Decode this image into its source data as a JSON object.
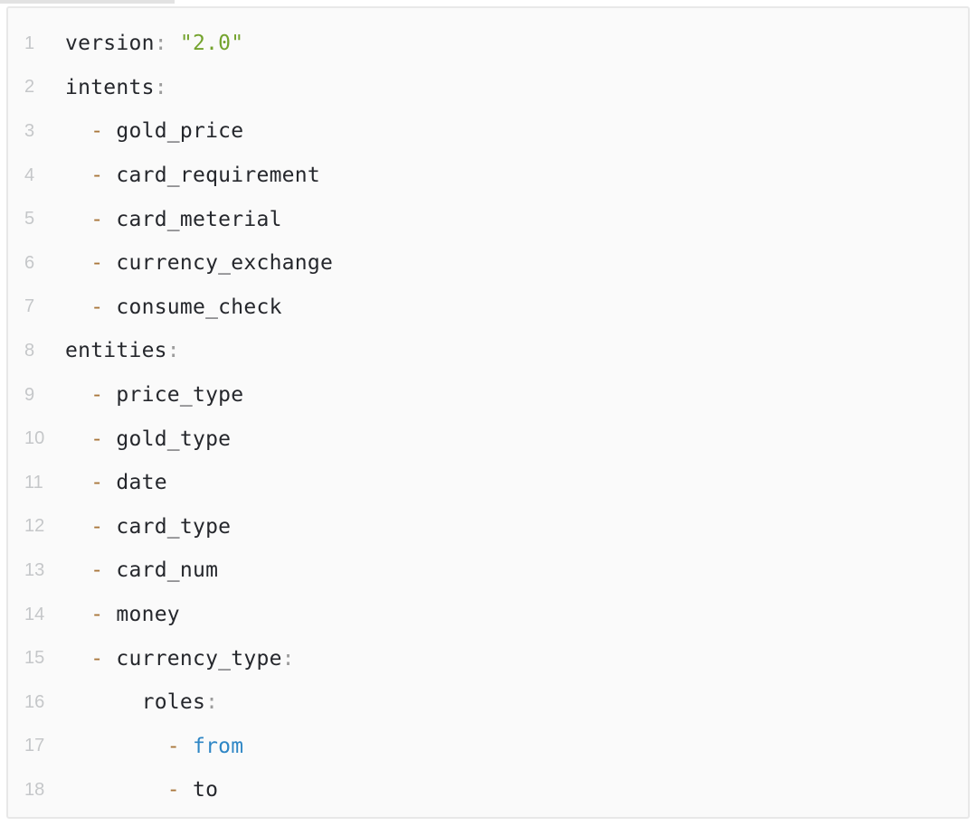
{
  "colors": {
    "background": "#ffffff",
    "block_background": "#fafafa",
    "block_border": "#e8e8e8",
    "top_strip": "#e2e2e2",
    "line_number": "#c5c7c9",
    "text": "#25272c",
    "punctuation": "#9c9c9c",
    "string": "#74a32e",
    "dash": "#a9763b",
    "keyword": "#2e86c5"
  },
  "code": {
    "language": "yaml",
    "lines": [
      {
        "number": "1",
        "tokens": [
          {
            "t": "version",
            "c": "key"
          },
          {
            "t": ": ",
            "c": "punct"
          },
          {
            "t": "\"2.0\"",
            "c": "string"
          }
        ]
      },
      {
        "number": "2",
        "tokens": [
          {
            "t": "intents",
            "c": "key"
          },
          {
            "t": ":",
            "c": "punct"
          }
        ]
      },
      {
        "number": "3",
        "tokens": [
          {
            "t": "  ",
            "c": "plain"
          },
          {
            "t": "- ",
            "c": "dash"
          },
          {
            "t": "gold_price",
            "c": "plain"
          }
        ]
      },
      {
        "number": "4",
        "tokens": [
          {
            "t": "  ",
            "c": "plain"
          },
          {
            "t": "- ",
            "c": "dash"
          },
          {
            "t": "card_requirement",
            "c": "plain"
          }
        ]
      },
      {
        "number": "5",
        "tokens": [
          {
            "t": "  ",
            "c": "plain"
          },
          {
            "t": "- ",
            "c": "dash"
          },
          {
            "t": "card_meterial",
            "c": "plain"
          }
        ]
      },
      {
        "number": "6",
        "tokens": [
          {
            "t": "  ",
            "c": "plain"
          },
          {
            "t": "- ",
            "c": "dash"
          },
          {
            "t": "currency_exchange",
            "c": "plain"
          }
        ]
      },
      {
        "number": "7",
        "tokens": [
          {
            "t": "  ",
            "c": "plain"
          },
          {
            "t": "- ",
            "c": "dash"
          },
          {
            "t": "consume_check",
            "c": "plain"
          }
        ]
      },
      {
        "number": "8",
        "tokens": [
          {
            "t": "entities",
            "c": "key"
          },
          {
            "t": ":",
            "c": "punct"
          }
        ]
      },
      {
        "number": "9",
        "tokens": [
          {
            "t": "  ",
            "c": "plain"
          },
          {
            "t": "- ",
            "c": "dash"
          },
          {
            "t": "price_type",
            "c": "plain"
          }
        ]
      },
      {
        "number": "10",
        "tokens": [
          {
            "t": "  ",
            "c": "plain"
          },
          {
            "t": "- ",
            "c": "dash"
          },
          {
            "t": "gold_type",
            "c": "plain"
          }
        ]
      },
      {
        "number": "11",
        "tokens": [
          {
            "t": "  ",
            "c": "plain"
          },
          {
            "t": "- ",
            "c": "dash"
          },
          {
            "t": "date",
            "c": "plain"
          }
        ]
      },
      {
        "number": "12",
        "tokens": [
          {
            "t": "  ",
            "c": "plain"
          },
          {
            "t": "- ",
            "c": "dash"
          },
          {
            "t": "card_type",
            "c": "plain"
          }
        ]
      },
      {
        "number": "13",
        "tokens": [
          {
            "t": "  ",
            "c": "plain"
          },
          {
            "t": "- ",
            "c": "dash"
          },
          {
            "t": "card_num",
            "c": "plain"
          }
        ]
      },
      {
        "number": "14",
        "tokens": [
          {
            "t": "  ",
            "c": "plain"
          },
          {
            "t": "- ",
            "c": "dash"
          },
          {
            "t": "money",
            "c": "plain"
          }
        ]
      },
      {
        "number": "15",
        "tokens": [
          {
            "t": "  ",
            "c": "plain"
          },
          {
            "t": "- ",
            "c": "dash"
          },
          {
            "t": "currency_type",
            "c": "key"
          },
          {
            "t": ":",
            "c": "punct"
          }
        ]
      },
      {
        "number": "16",
        "tokens": [
          {
            "t": "      ",
            "c": "plain"
          },
          {
            "t": "roles",
            "c": "key"
          },
          {
            "t": ":",
            "c": "punct"
          }
        ]
      },
      {
        "number": "17",
        "tokens": [
          {
            "t": "        ",
            "c": "plain"
          },
          {
            "t": "- ",
            "c": "dash"
          },
          {
            "t": "from",
            "c": "keyword"
          }
        ]
      },
      {
        "number": "18",
        "tokens": [
          {
            "t": "        ",
            "c": "plain"
          },
          {
            "t": "- ",
            "c": "dash"
          },
          {
            "t": "to",
            "c": "plain"
          }
        ]
      }
    ]
  }
}
